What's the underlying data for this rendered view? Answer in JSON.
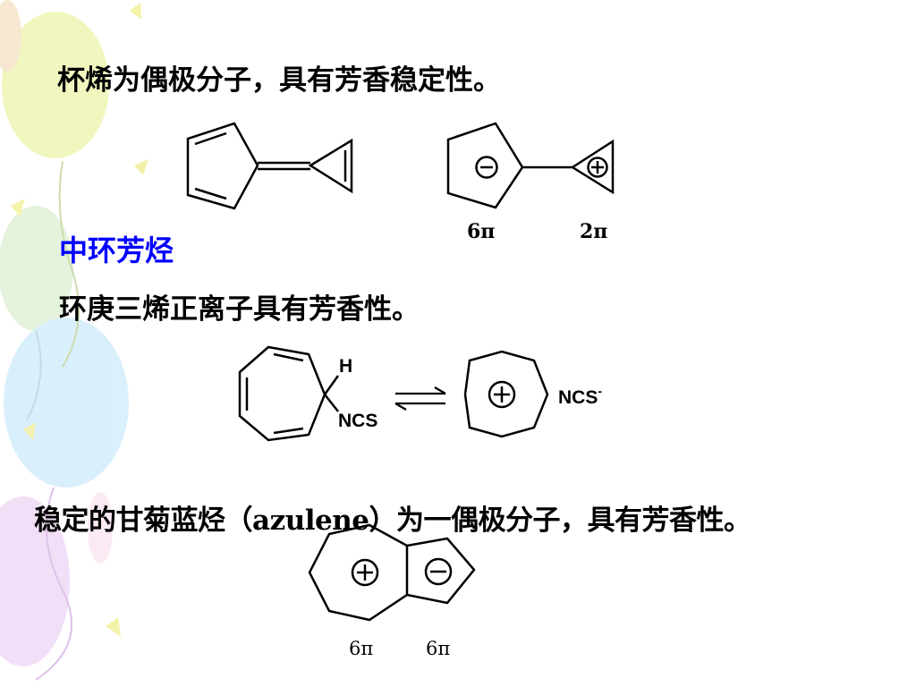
{
  "slide": {
    "line1": "杯烯为偶极分子，具有芳香稳定性。",
    "heading": "中环芳烃",
    "line2": "环庚三烯正离子具有芳香性。",
    "line3_prefix": "稳定的甘菊蓝烃（",
    "line3_latin": "azulene",
    "line3_suffix": "）为一偶极分子，具有芳香性。"
  },
  "figures": {
    "calicene": {
      "label_ring5": "6π",
      "label_ring3": "2π",
      "minus_sign": "−",
      "plus_sign": "+"
    },
    "tropylium": {
      "label_H": "H",
      "label_NCS": "NCS",
      "label_ion": "NCS",
      "ion_charge": "-",
      "plus_sign": "+"
    },
    "azulene": {
      "label_ring7": "6π",
      "label_ring5": "6π",
      "plus_sign": "+",
      "minus_sign": "−"
    }
  },
  "colors": {
    "heading": "#0000ff",
    "text": "#000000"
  }
}
